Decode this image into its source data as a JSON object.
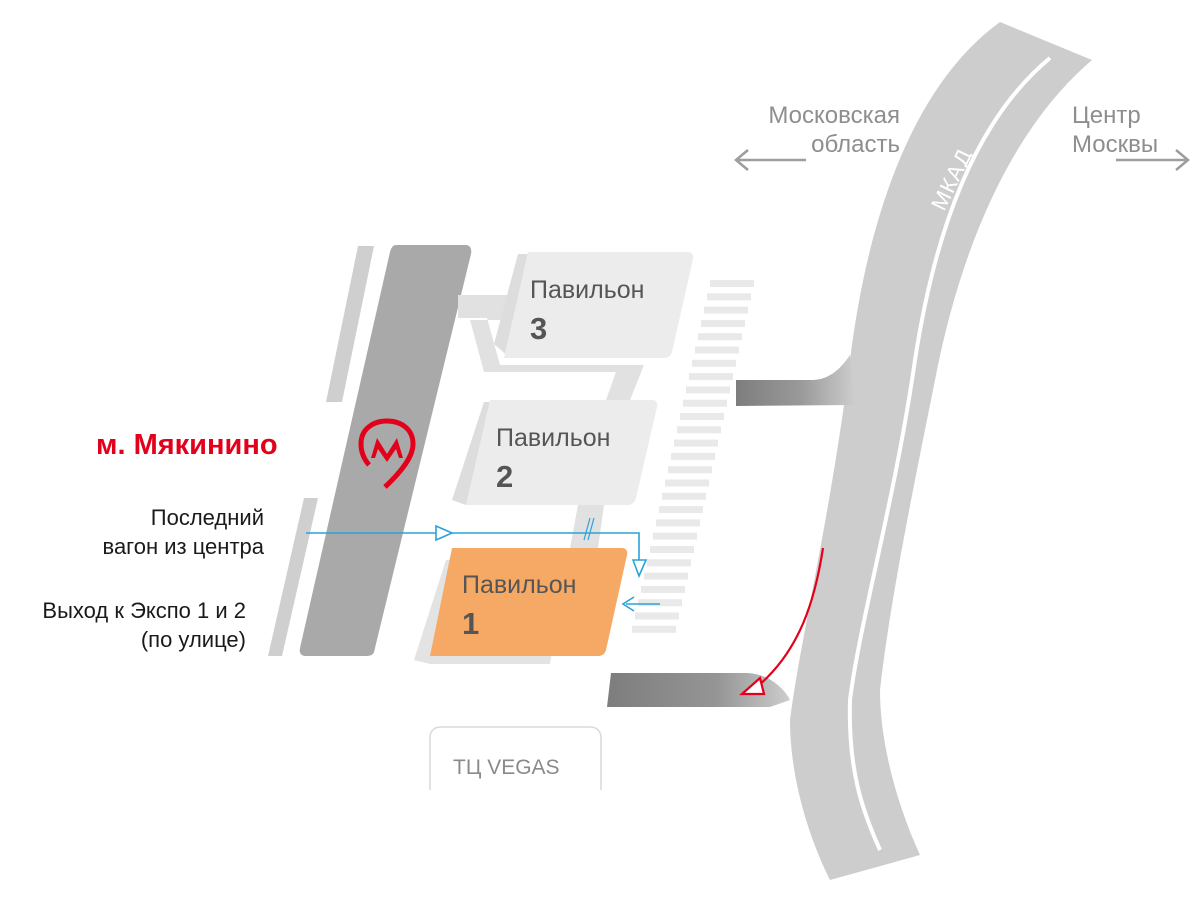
{
  "directions": {
    "left": {
      "line1": "Московская",
      "line2": "область"
    },
    "right": {
      "line1": "Центр",
      "line2": "Москвы"
    }
  },
  "road_label": "МКАД",
  "metro": {
    "name": "м. Мякинино",
    "icon": "metro-m-icon",
    "color": "#e3001b"
  },
  "last_car": {
    "line1": "Последний",
    "line2": "вагон из центра"
  },
  "exit": {
    "line1": "Выход к Экспо 1 и 2",
    "line2": "(по улице)"
  },
  "pavilions": [
    {
      "label": "Павильон",
      "number": "3"
    },
    {
      "label": "Павильон",
      "number": "2"
    },
    {
      "label": "Павильон",
      "number": "1"
    }
  ],
  "mall_label": "ТЦ VEGAS",
  "colors": {
    "road": "#cdcdcd",
    "ramp": "#8c8c8c",
    "platform": "#a9a9a9",
    "pavilion": "#ececec",
    "pavilion_highlight": "#f5a964",
    "route_blue": "#2aa3d9",
    "route_red": "#e3001b"
  }
}
